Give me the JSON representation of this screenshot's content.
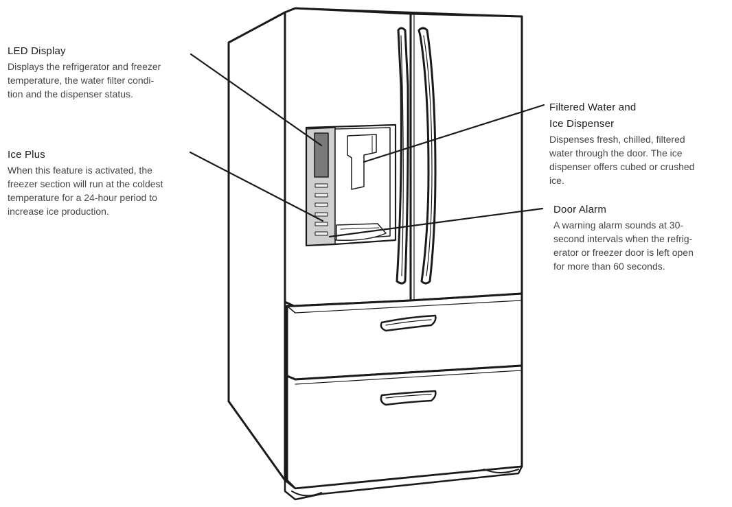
{
  "callouts": {
    "led_display": {
      "title": "LED Display",
      "description": "Displays the refrigerator and freezer\ntemperature, the water filter condi-\ntion and the dispenser status."
    },
    "ice_plus": {
      "title": "Ice Plus",
      "description": "When this feature is activated, the\nfreezer section will run at the coldest\ntemperature for a 24-hour period to\nincrease ice production."
    },
    "filtered_water": {
      "title": "Filtered Water and\nIce Dispenser",
      "description": "Dispenses fresh, chilled, filtered\nwater through the door. The ice\ndispenser offers cubed or crushed\nice."
    },
    "door_alarm": {
      "title": "Door Alarm",
      "description": "A warning alarm sounds at 30-\nsecond intervals when the refrig-\nerator or freezer door is left open\nfor more than 60 seconds."
    }
  }
}
